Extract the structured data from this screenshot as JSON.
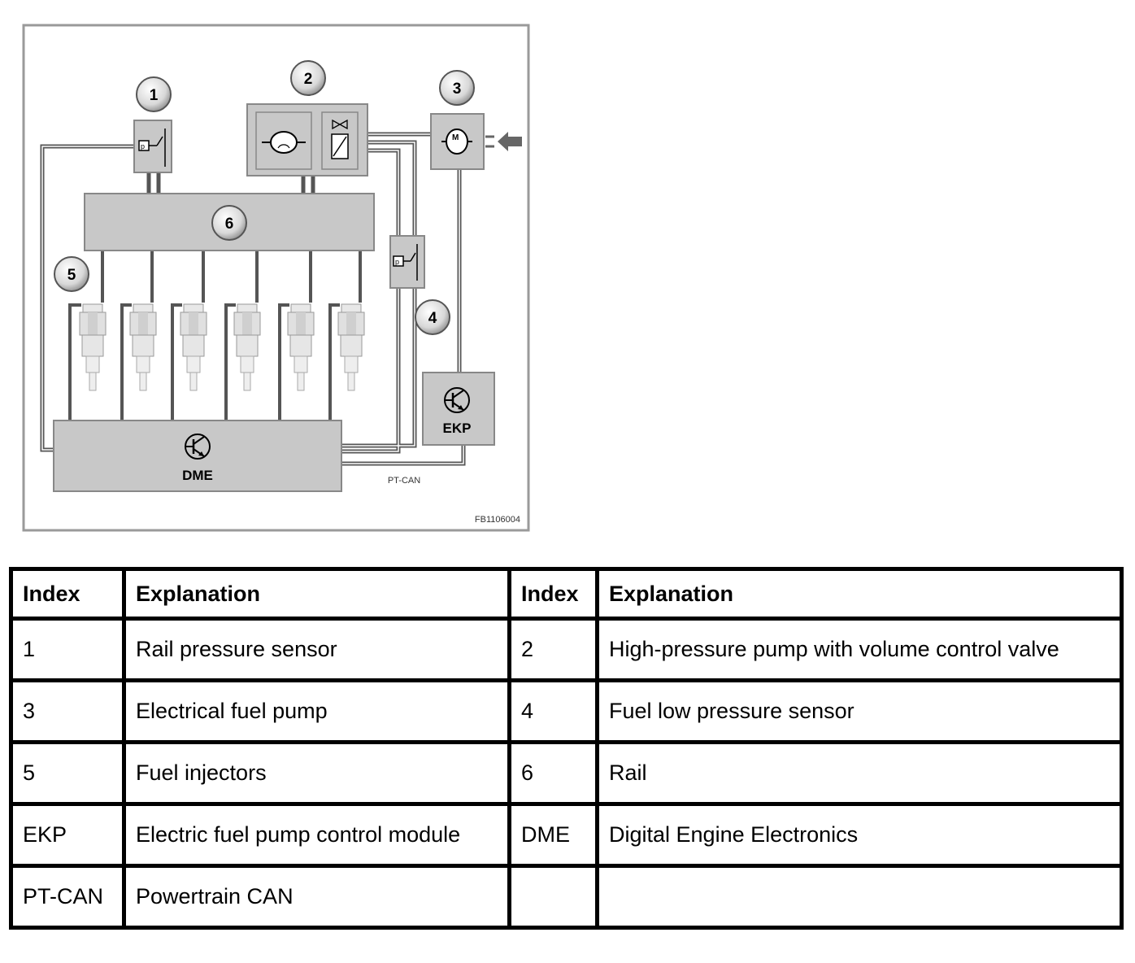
{
  "diagram": {
    "callouts": [
      "1",
      "2",
      "3",
      "4",
      "5",
      "6"
    ],
    "dme_label": "DME",
    "ekp_label": "EKP",
    "ptcan_label": "PT-CAN",
    "figure_code": "FB1106004",
    "colors": {
      "component_fill": "#c8c8c8",
      "line": "#555555",
      "frame": "#9a9a9a"
    }
  },
  "table": {
    "headers": [
      "Index",
      "Explanation",
      "Index",
      "Explanation"
    ],
    "rows": [
      [
        "1",
        "Rail pressure sensor",
        "2",
        "High-pressure pump with volume control valve"
      ],
      [
        "3",
        "Electrical fuel pump",
        "4",
        "Fuel low pressure sensor"
      ],
      [
        "5",
        "Fuel injectors",
        "6",
        "Rail"
      ],
      [
        "EKP",
        "Electric fuel pump control module",
        "DME",
        "Digital Engine Electronics"
      ],
      [
        "PT-CAN",
        "Powertrain CAN",
        "",
        ""
      ]
    ]
  }
}
